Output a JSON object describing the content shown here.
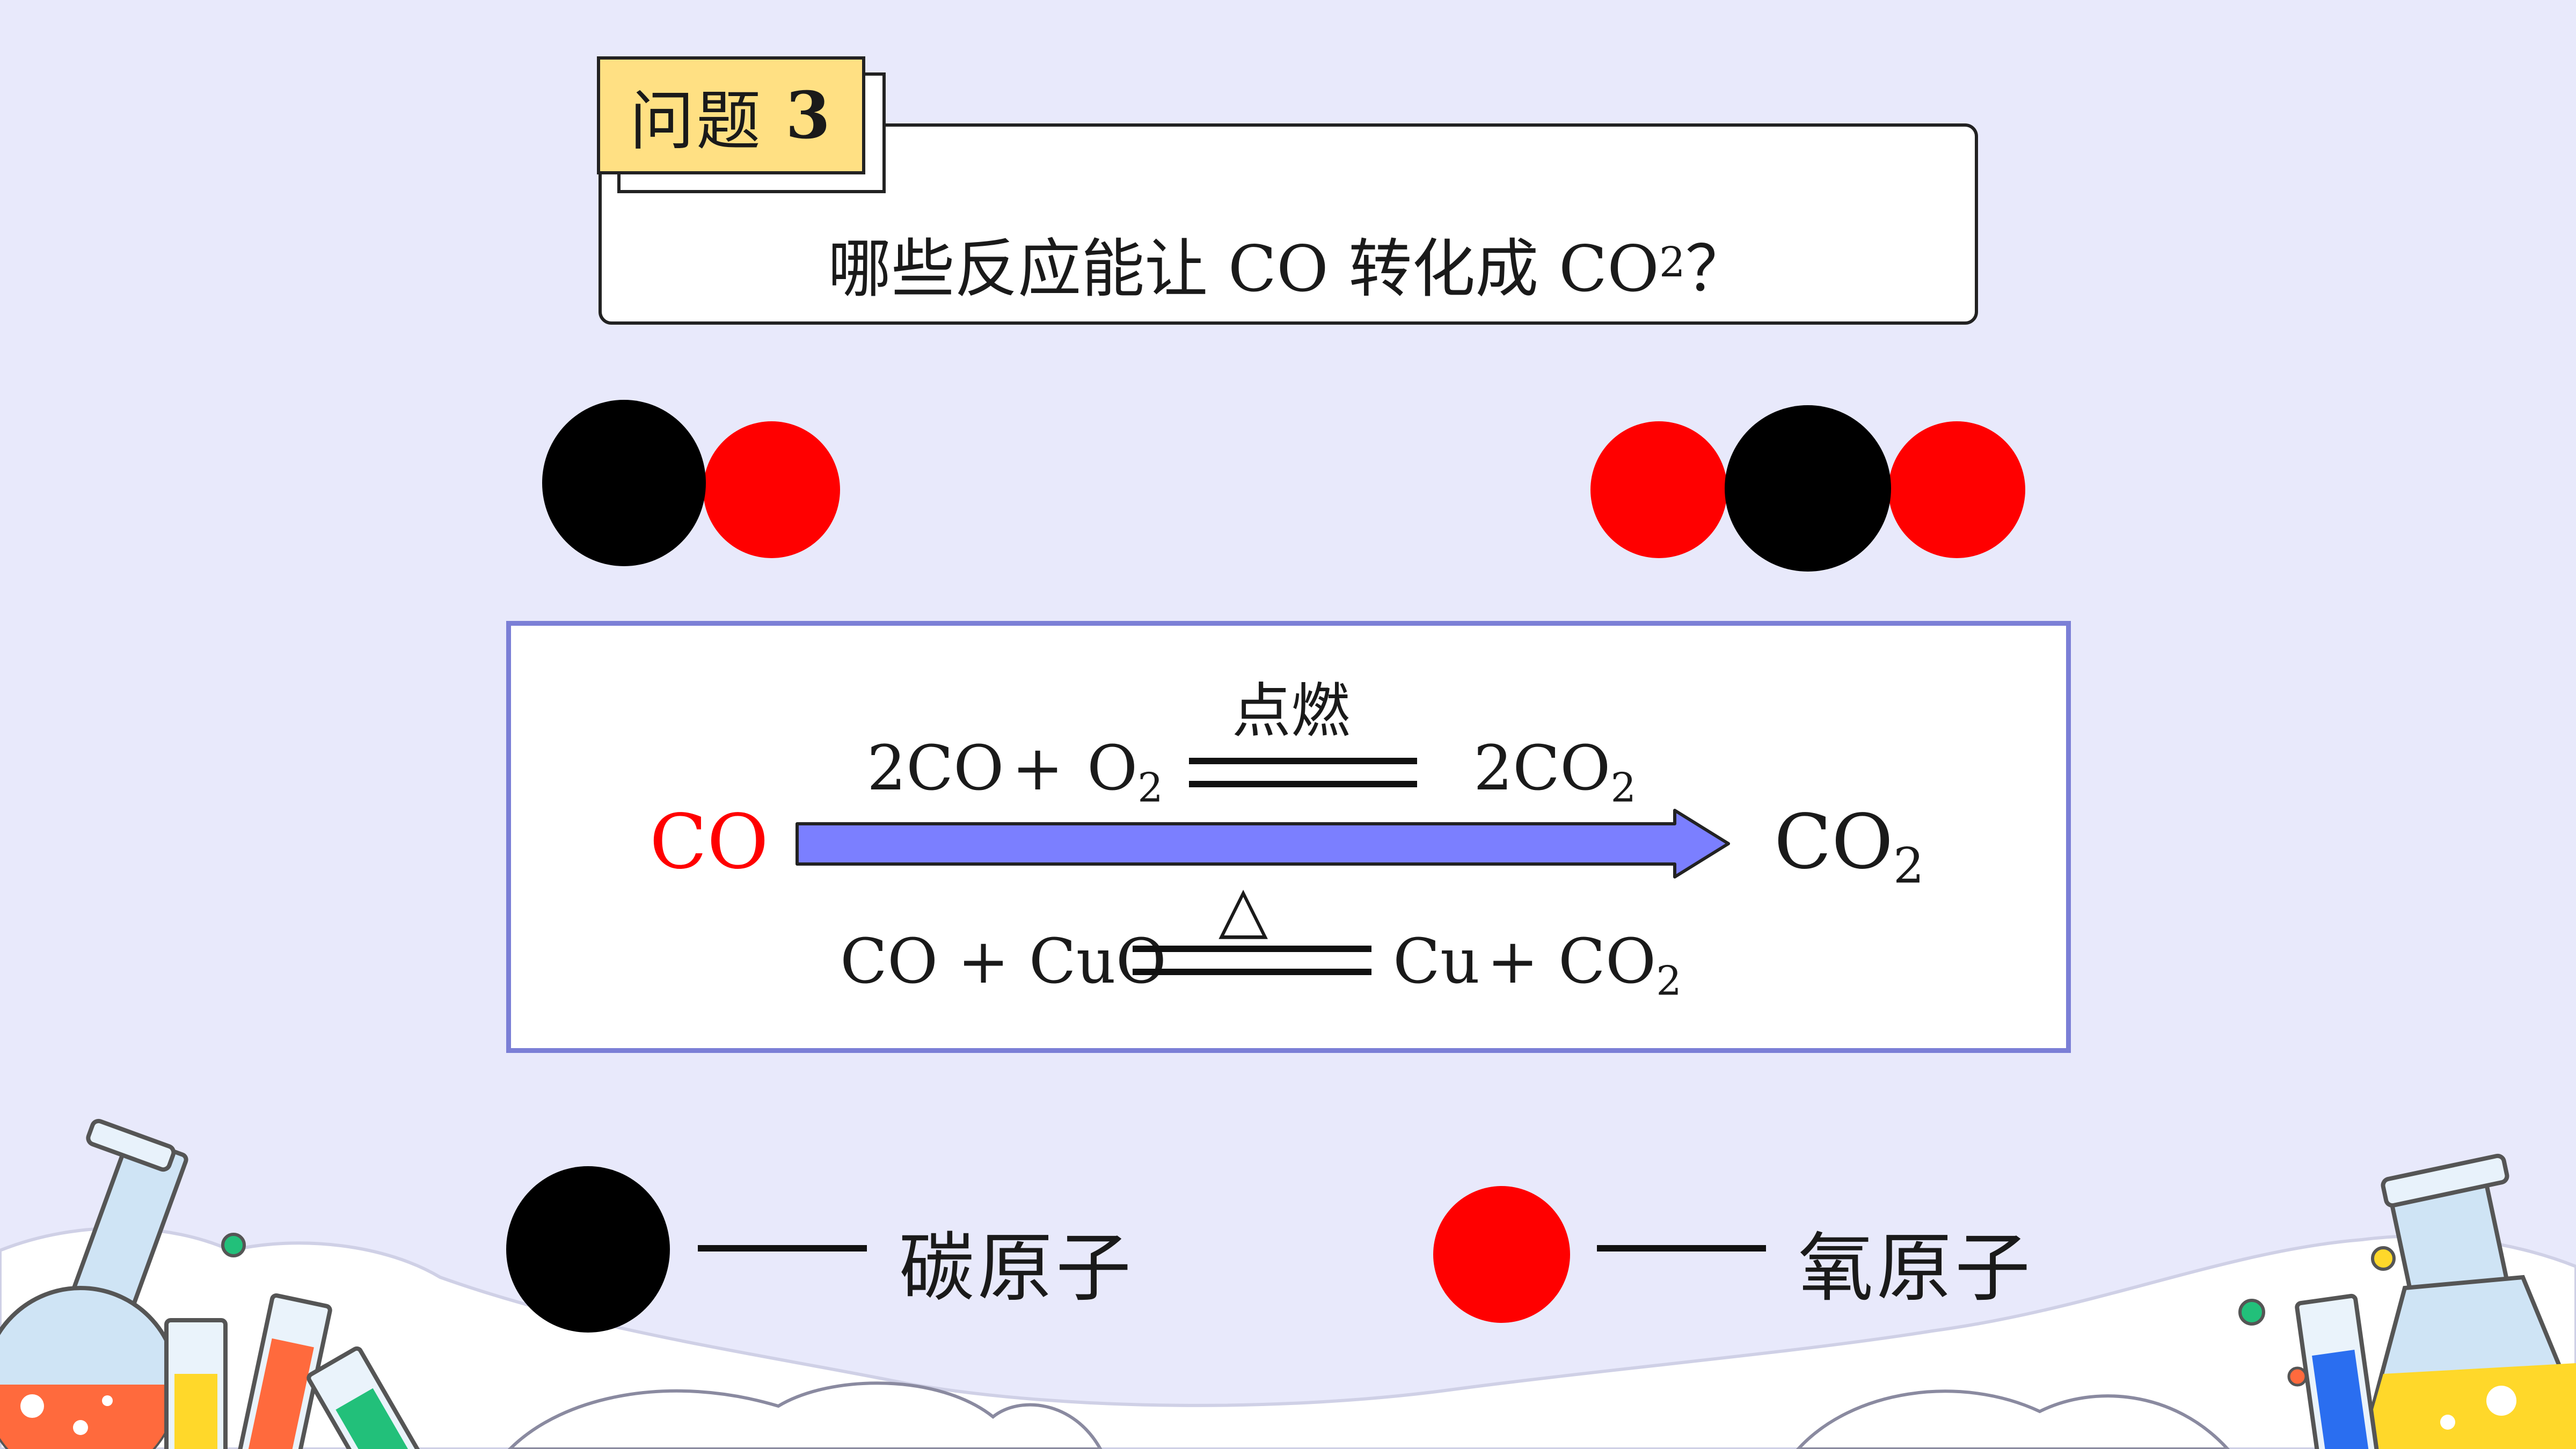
{
  "question": {
    "label_prefix": "问题",
    "label_number": "3",
    "text_before": "哪些反应能让 CO 转化成 CO",
    "text_sub": "2",
    "text_after": "？"
  },
  "reaction": {
    "left_species": "CO",
    "right_species": "CO",
    "right_sub": "2",
    "upper": {
      "condition": "点燃",
      "lhs_a": "2CO",
      "plus": "+",
      "lhs_b": "O",
      "lhs_b_sub": "2",
      "rhs": "2CO",
      "rhs_sub": "2"
    },
    "lower": {
      "condition": "△",
      "lhs": "CO + CuO",
      "rhs_a": "Cu",
      "plus": "+ CO",
      "rhs_sub": "2"
    }
  },
  "legend": {
    "carbon_label": "碳原子",
    "oxygen_label": "氧原子"
  },
  "colors": {
    "background": "#e8e9fb",
    "label_yellow": "#ffe083",
    "oxygen_red": "#ff0000",
    "carbon_black": "#000000",
    "arrow_fill": "#7b7fff",
    "box_border": "#7b7fd6"
  }
}
